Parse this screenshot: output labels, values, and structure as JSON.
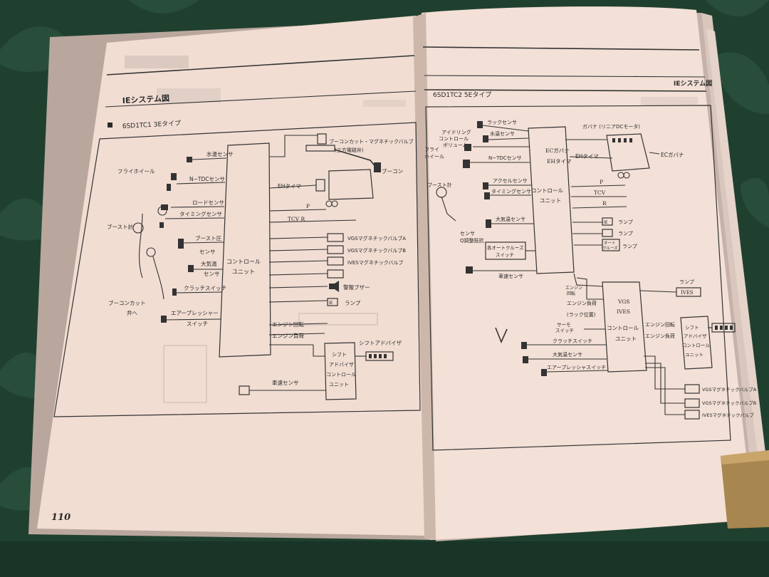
{
  "scene": {
    "description_colors": {
      "tablecloth": "#1f3f32",
      "paper": "#f1ddd2",
      "ink": "#2a2a2a"
    }
  },
  "left_page": {
    "section_title": "IEシステム図",
    "diagram_title": "6SD1TC1 3Eタイプ",
    "page_number": "110",
    "labels": {
      "suisen": "水温センサ",
      "flywheel": "フライホイール",
      "ntdc": "N−TDCセンサ",
      "road": "ロードセンサ",
      "timing": "タイミングセンサ",
      "boost_gauge": "ブースト計",
      "boost_pressure": "ブースト圧",
      "sensor": "センサ",
      "intake_temp": "大気温",
      "sensor2": "センサ",
      "clutch": "クラッチスイッチ",
      "air_pressure": "エアープレッシャー",
      "switch": "スイッチ",
      "boost_cut_valve": "ブーコンカット",
      "valve_he": "弁へ",
      "control": "コントロール",
      "unit": "ユニット",
      "bucon_cut_mag": "ブーコンカット・マグネチックバルブ",
      "three_way": "(三方電磁弁)",
      "bucon": "ブーコン",
      "eh_timer": "EHタイマ",
      "p": "P",
      "tcv_r": "TCV R",
      "vgs_a": "VGSマグネチックバルブA",
      "vgs_b": "VGSマグネチックバルブB",
      "ives": "IVESマグネチックバルブ",
      "buzzer": "警報ブザー",
      "ie_lamp": "ランプ",
      "ie_tag": "IE",
      "engine_rev": "エンジン回転",
      "engine_load": "エンジン負荷",
      "shift_advisor": "シフトアドバイザ",
      "shift_unit_1": "シフト",
      "shift_unit_2": "アドバイザ",
      "shift_unit_3": "コントロール",
      "shift_unit_4": "ユニット",
      "speed_sensor": "車速センサ"
    }
  },
  "right_page": {
    "section_title": "IEシステム図",
    "diagram_title": "6SD1TC2 5Eタイプ",
    "labels": {
      "rack": "ラックセンサ",
      "suisen": "水温センサ",
      "idling_1": "アイドリング",
      "idling_2": "コントロール",
      "idling_3": "ボリューム",
      "fly_1": "フライ",
      "fly_2": "ホイール",
      "ntdc": "N−TDCセンサ",
      "accel": "アクセルセンサ",
      "timing": "タイミングセンサ",
      "boost_gauge": "ブースト計",
      "atm": "大気温センサ",
      "sensor_q": "センサ",
      "q_resist": "Q調整抵抗",
      "auto_cruise_1": "各オートクルーズ",
      "auto_cruise_2": "スイッチ",
      "speed_sensor": "車速センサ",
      "ec_gov": "ECガバナ",
      "eh_timer": "EHタイマ",
      "control": "コントロール",
      "unit": "ユニット",
      "governor": "ガバナ (リニアDCモータ)",
      "eh_timer2": "EHタイマ",
      "ec_gov2": "ECガバナ",
      "p": "P",
      "tcv": "TCV",
      "r": "R",
      "lamp1": "ランプ",
      "lamp2": "ランプ",
      "auto_cruise_lamp_1": "オート",
      "auto_cruise_lamp_2": "クルーズ",
      "lamp3": "ランプ",
      "ie_tag": "IE",
      "eng_rev_1": "エンジン",
      "eng_rev_2": "回転",
      "eng_load": "エンジン負荷",
      "rack_pos": "(ラック位置)",
      "thermo_1": "サーモ",
      "thermo_2": "スイッチ",
      "clutch": "クラッチスイッチ",
      "atm2": "大気温センサ",
      "air_pressure": "エアープレッシャスイッチ",
      "vgs_ives_1": "VGS",
      "vgs_ives_2": "IVES",
      "vgs_ives_3": "コントロール",
      "vgs_ives_4": "ユニット",
      "lamp_ives": "ランプ",
      "ives_tag": "IVES",
      "eng_rev_r": "エンジン回転",
      "eng_load_r": "エンジン負荷",
      "shift_1": "シフト",
      "shift_2": "アドバイザ",
      "shift_3": "コントロール",
      "shift_4": "ユニット",
      "vgs_a": "VGSマグネチックバルブA",
      "vgs_b": "VGSマグネチックバルブB",
      "ives": "IVESマグネチックバルブ"
    }
  }
}
